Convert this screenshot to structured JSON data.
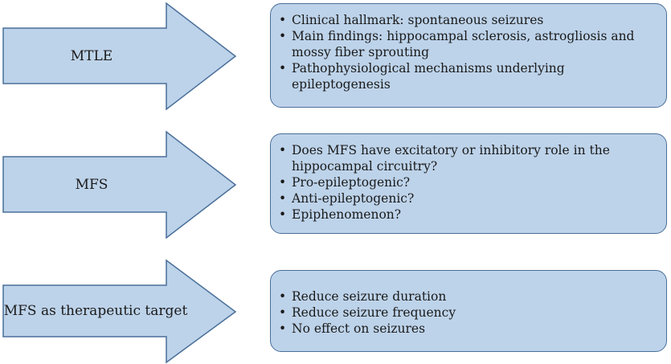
{
  "rows": [
    {
      "label": "MTLE",
      "items": [
        "Clinical hallmark: spontaneous  seizures",
        "Main findings:  hippocampal sclerosis, astrogliosis and mossy fiber sprouting",
        "Pathophysiological mechanisms underlying epileptogenesis"
      ]
    },
    {
      "label": "MFS",
      "items": [
        "Does MFS have excitatory or inhibitory role in the hippocampal circuitry?",
        "Pro-epileptogenic?",
        "Anti-epileptogenic?",
        "Epiphenomenon?"
      ]
    },
    {
      "label": "MFS as therapeutic target",
      "items": [
        "Reduce seizure duration",
        "Reduce seizure frequency",
        "No effect on seizures"
      ]
    }
  ],
  "colors": {
    "fill": "#bdd3ea",
    "stroke": "#4a6f99"
  }
}
